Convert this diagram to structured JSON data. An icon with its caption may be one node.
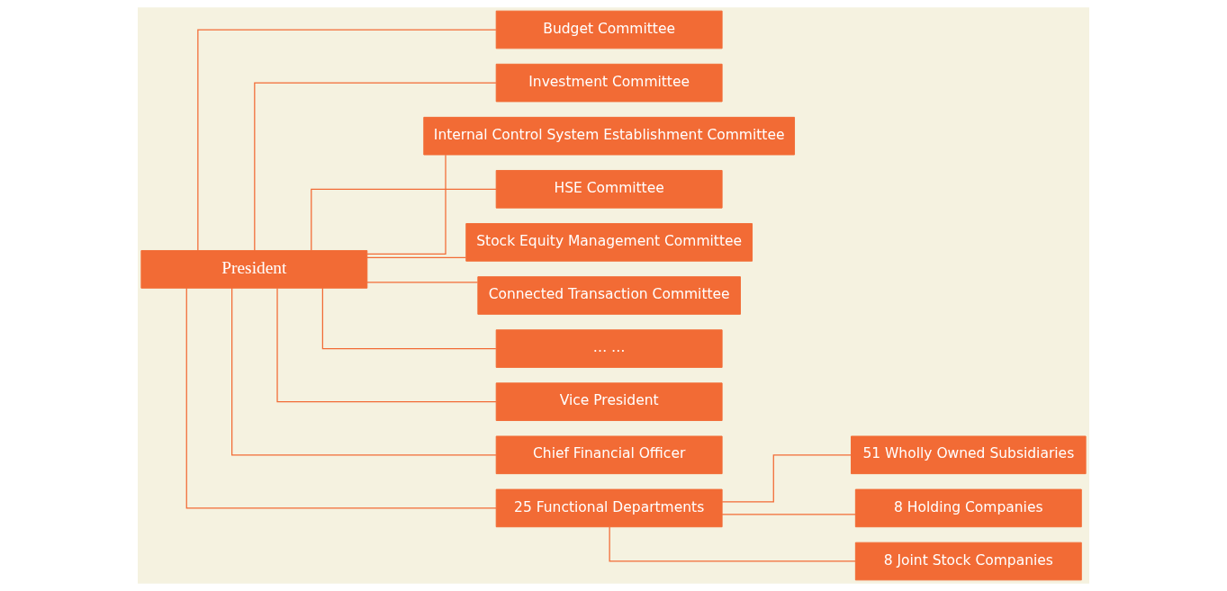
{
  "diagram": {
    "nodes": [
      {
        "text": [
          "President"
        ]
      },
      {
        "text": [
          "Budget Committee"
        ]
      },
      {
        "text": [
          "Investment Committee"
        ]
      },
      {
        "text": [
          "Internal Control System Establishment Committee"
        ]
      },
      {
        "text": [
          "HSE Committee"
        ]
      },
      {
        "text": [
          "Stock Equity Management Committee"
        ]
      },
      {
        "text": [
          "Connected Transaction Committee"
        ]
      },
      {
        "text": [
          "… …"
        ]
      },
      {
        "text": [
          "Vice President"
        ]
      },
      {
        "text": [
          "Chief Financial Officer"
        ]
      },
      {
        "text": [
          "25 Functional Departments"
        ]
      },
      {
        "text": [
          "51 Wholly Owned Subsidiaries"
        ]
      },
      {
        "text": [
          "8 Holding Companies"
        ]
      },
      {
        "text": [
          "8 Joint Stock Companies"
        ]
      }
    ],
    "edges": [
      {
        "from": 0,
        "to": 1,
        "arrow": "none"
      },
      {
        "from": 0,
        "to": 2,
        "arrow": "none"
      },
      {
        "from": 0,
        "to": 3,
        "arrow": "none"
      },
      {
        "from": 0,
        "to": 4,
        "arrow": "none"
      },
      {
        "from": 0,
        "to": 5,
        "arrow": "none"
      },
      {
        "from": 0,
        "to": 6,
        "arrow": "none"
      },
      {
        "from": 0,
        "to": 7,
        "arrow": "none"
      },
      {
        "from": 0,
        "to": 8,
        "arrow": "none"
      },
      {
        "from": 0,
        "to": 9,
        "arrow": "none"
      },
      {
        "from": 0,
        "to": 10,
        "arrow": "none"
      },
      {
        "from": 10,
        "to": 11,
        "arrow": "none"
      },
      {
        "from": 10,
        "to": 12,
        "arrow": "none"
      },
      {
        "from": 10,
        "to": 13,
        "arrow": "none"
      }
    ]
  }
}
